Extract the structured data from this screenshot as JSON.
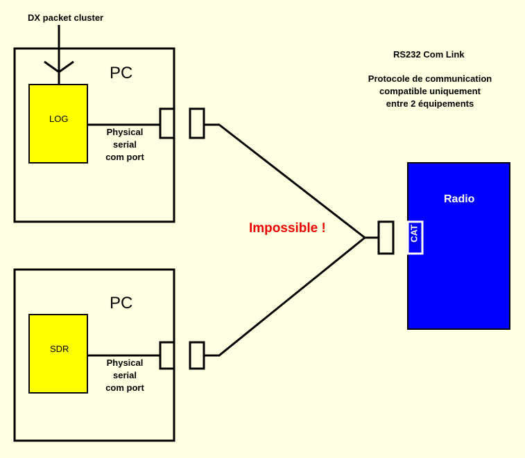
{
  "diagram": {
    "title_note": "RS232 Com Link",
    "protocol_note": [
      "Protocole de communication",
      "compatible uniquement",
      "entre 2 équipements"
    ],
    "dx_label": "DX packet cluster",
    "pc_top": {
      "label": "PC",
      "app": "LOG",
      "port_label": [
        "Physical",
        "serial",
        "com port"
      ]
    },
    "pc_bottom": {
      "label": "PC",
      "app": "SDR",
      "port_label": [
        "Physical",
        "serial",
        "com port"
      ]
    },
    "radio": {
      "label": "Radio",
      "port": "CAT"
    },
    "warning": "Impossible !",
    "colors": {
      "background": "#FFFFE1",
      "app_box": "#FFFF00",
      "radio": "#0000FF",
      "warning": "#EE0000",
      "stroke": "#000000"
    }
  }
}
